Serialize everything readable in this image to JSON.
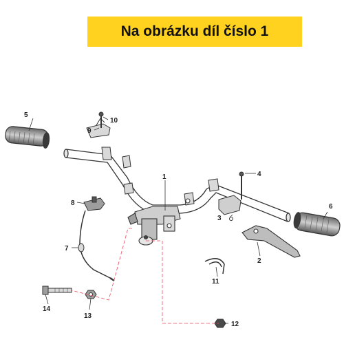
{
  "banner": {
    "text": "Na obrázku díl číslo 1",
    "color": "#ffd21f"
  },
  "callouts": [
    "1",
    "2",
    "3",
    "4",
    "5",
    "6",
    "7",
    "8",
    "9",
    "10",
    "11",
    "12",
    "13",
    "14"
  ],
  "colors": {
    "line": "#333333",
    "fill": "#d9d9d9",
    "dark": "#4a4a4a",
    "leader": "#e84a5f"
  }
}
